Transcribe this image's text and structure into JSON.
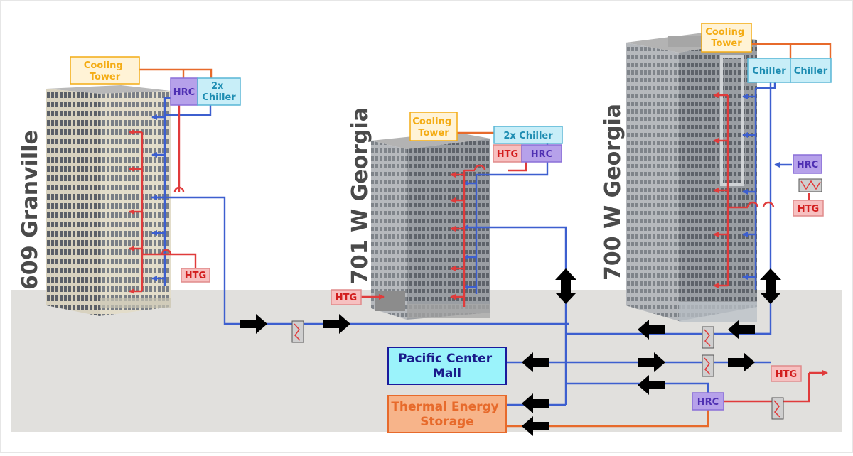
{
  "buildings": {
    "b609": {
      "name": "609 Granville"
    },
    "b701": {
      "name": "701 W Georgia"
    },
    "b700": {
      "name": "700 W Georgia"
    }
  },
  "labels": {
    "cooling_tower": "Cooling Tower",
    "hrc": "HRC",
    "chiller_2x": "2x Chiller",
    "chiller_2x_split": [
      "2x",
      "Chiller"
    ],
    "chiller": "Chiller",
    "htg": "HTG",
    "mall": [
      "Pacific Center",
      "Mall"
    ],
    "tes": [
      "Thermal Energy",
      "Storage"
    ]
  },
  "colors": {
    "ground": "#e1e0dd",
    "cooling_tower": "#fff3d6",
    "cooling_tower_text": "#f4ac14",
    "hrc": "#b6a1ea",
    "hrc_text": "#4e2fb2",
    "chiller": "#c8eef8",
    "chiller_text": "#1e8db2",
    "htg": "#f7c0c0",
    "htg_text": "#d21e1e",
    "mall": "#9bf3fb",
    "tes": "#f7b48a",
    "tes_text": "#e76a2b",
    "pipe_supply": "#3d5fcf",
    "pipe_heat": "#e03b3b",
    "pipe_tes": "#e76a2b"
  }
}
